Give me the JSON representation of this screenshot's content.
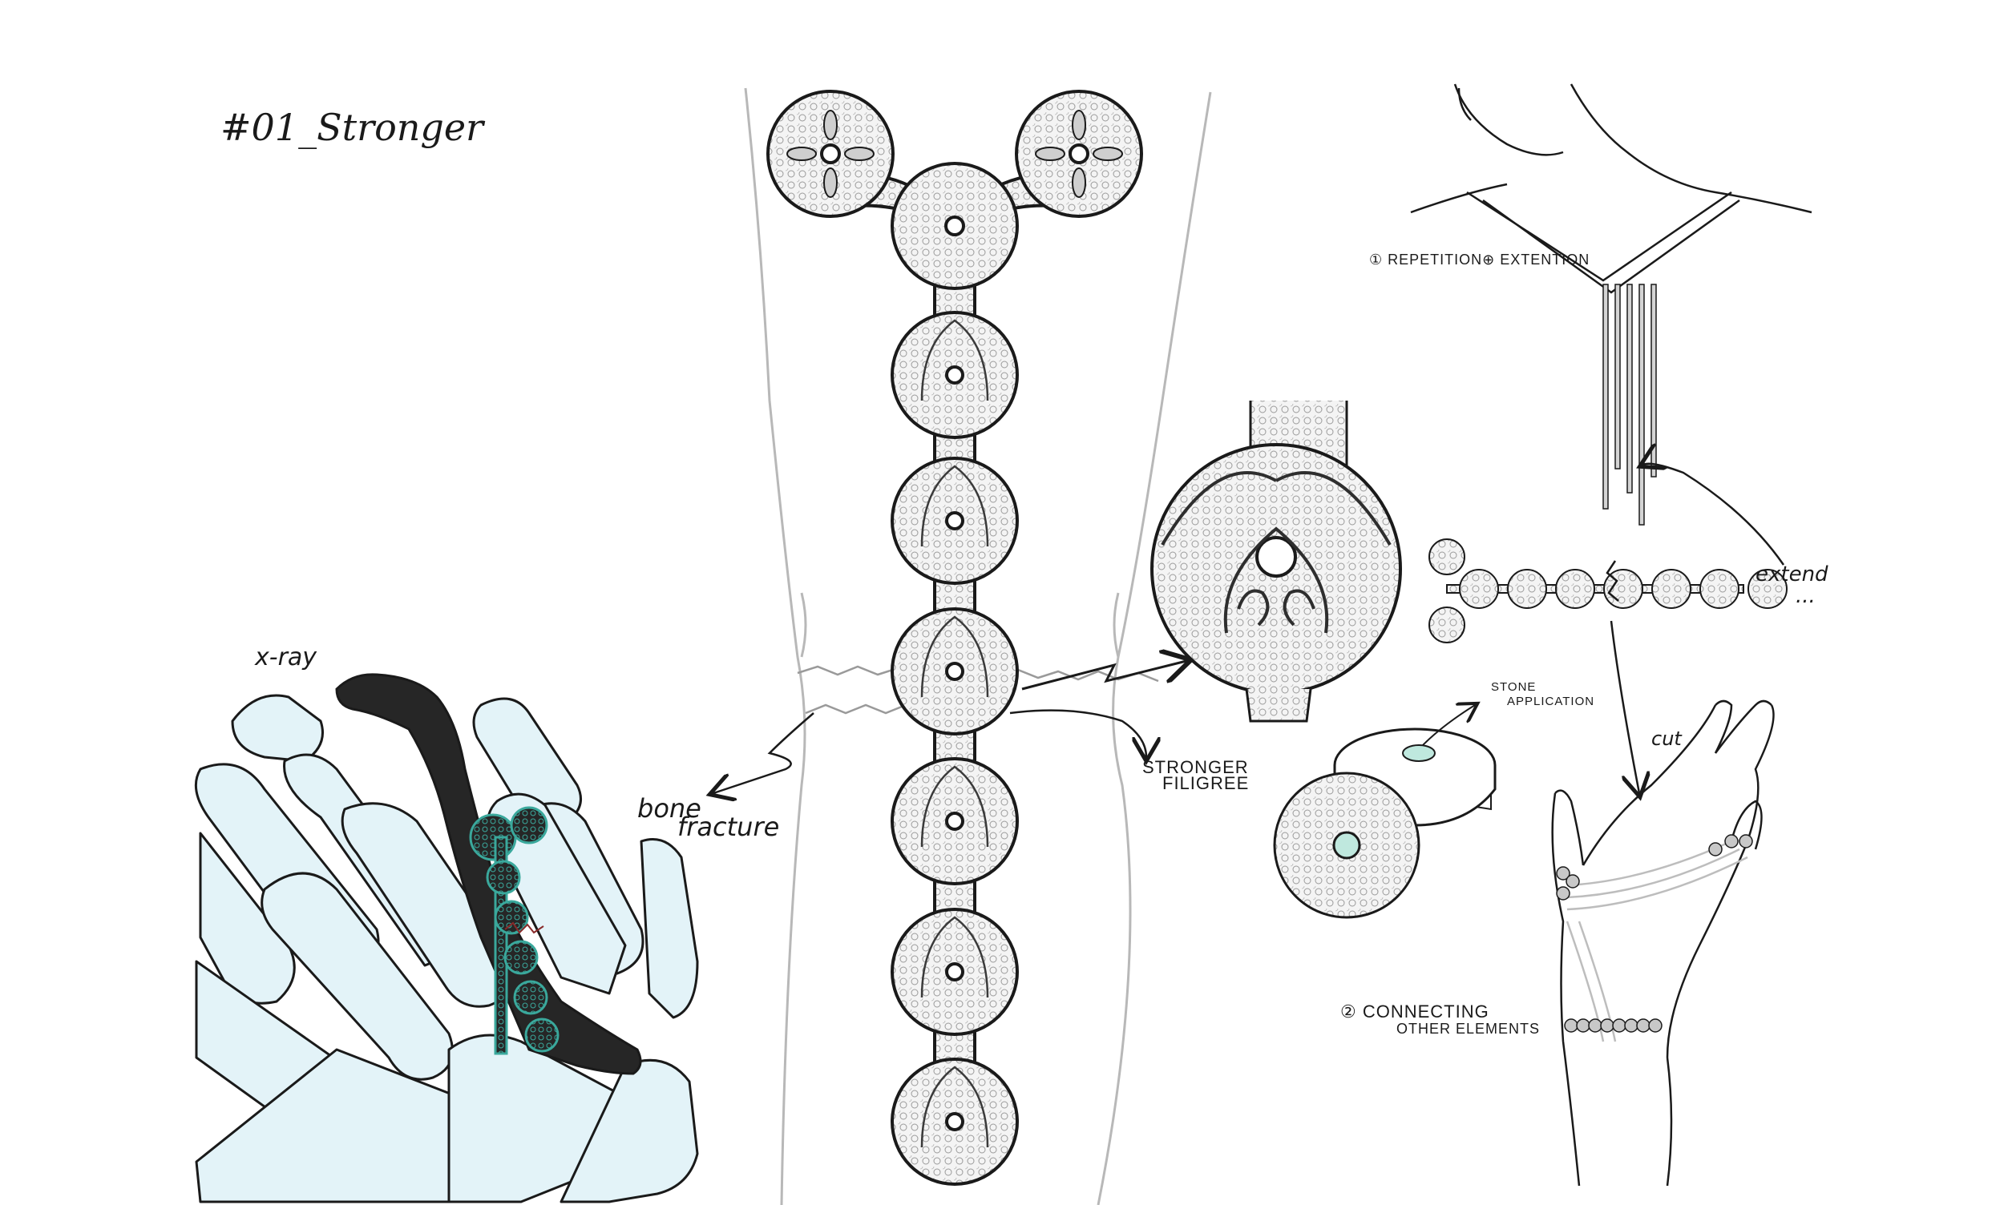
{
  "title": "#01_Stronger",
  "labels": {
    "xray": "x-ray",
    "bone": "bone",
    "fracture": "fracture",
    "stronger": "STRONGER",
    "filigree": "FILIGREE",
    "repetition": "① REPETITION⊕ EXTENTION",
    "extend": "extend",
    "ellipsis": "...",
    "cut": "cut",
    "stone": "STONE",
    "application": "APPLICATION",
    "connecting": "② CONNECTING",
    "other_elements": "OTHER ELEMENTS"
  },
  "colors": {
    "ink": "#1a1a1a",
    "bone_fill": "#e3f3f8",
    "finger_dark": "#262626",
    "teal": "#3aa89c",
    "metal": "#bdbdbd",
    "body_line": "#b8b8b8"
  },
  "icons": [
    "jewel-segment",
    "stone-gem",
    "arrow"
  ]
}
